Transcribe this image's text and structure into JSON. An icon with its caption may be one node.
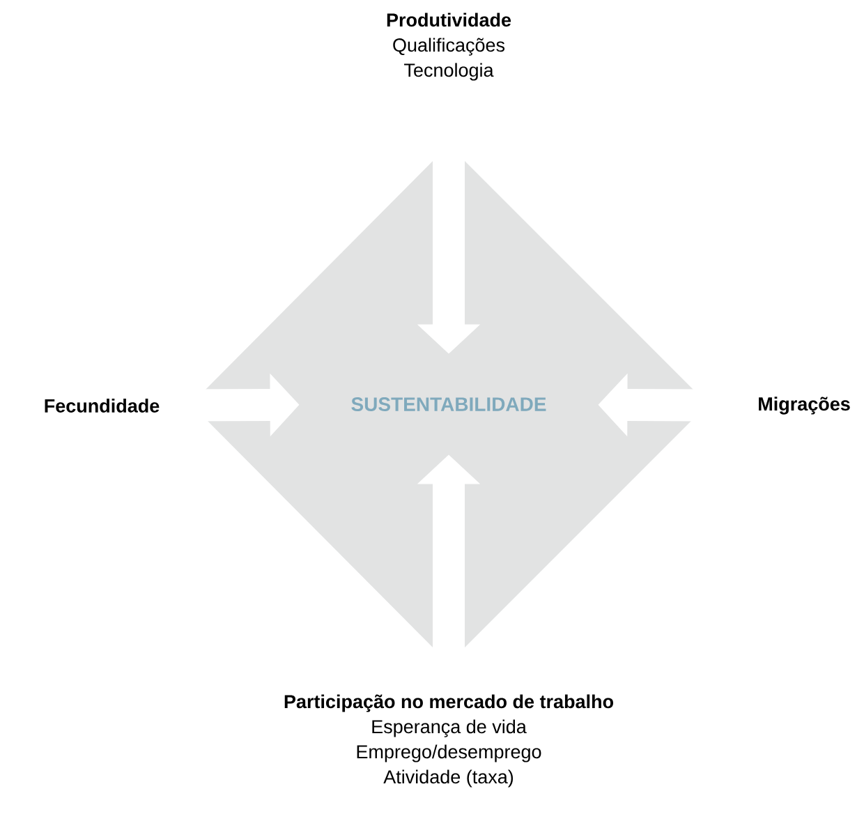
{
  "diagram": {
    "nodes": [
      {
        "text": [
          "SUSTENTABILIDADE"
        ]
      },
      {
        "text": [
          "Produtividade",
          "Qualificações",
          "Tecnologia"
        ]
      },
      {
        "text": [
          "Fecundidade"
        ]
      },
      {
        "text": [
          "Migrações"
        ]
      },
      {
        "text": [
          "Participação no mercado de trabalho",
          "Esperança de vida",
          "Emprego/desemprego",
          "Atividade (taxa)"
        ]
      }
    ],
    "edges": [
      {
        "from": 1,
        "to": 0,
        "arrow": "to"
      },
      {
        "from": 2,
        "to": 0,
        "arrow": "to"
      },
      {
        "from": 3,
        "to": 0,
        "arrow": "to"
      },
      {
        "from": 4,
        "to": 0,
        "arrow": "to"
      }
    ]
  }
}
